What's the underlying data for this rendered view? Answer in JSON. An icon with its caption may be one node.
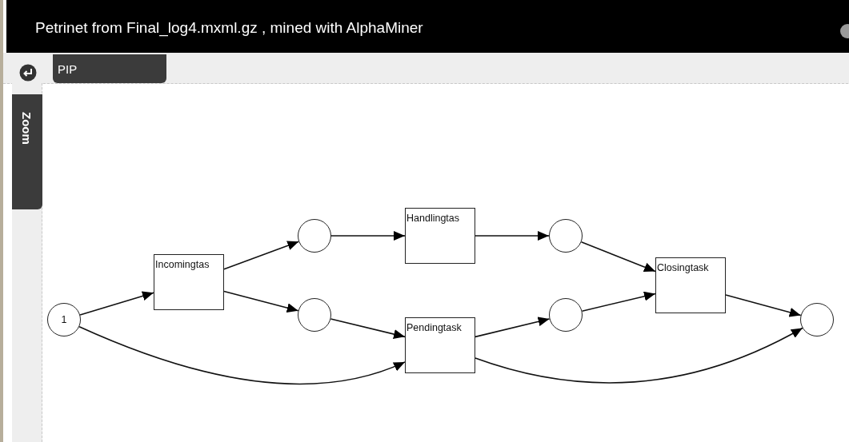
{
  "diagram": {
    "title": "Petrinet from Final_log4.mxml.gz , mined with AlphaMiner",
    "nodes": [
      {
        "text": [
          "1"
        ]
      },
      {
        "text": [
          "Incomingtas"
        ]
      },
      {
        "text": [],
        "shape": "circle"
      },
      {
        "text": [],
        "shape": "circle"
      },
      {
        "text": [
          "Handlingtas"
        ]
      },
      {
        "text": [
          "Pendingtask"
        ]
      },
      {
        "text": [],
        "shape": "circle"
      },
      {
        "text": [],
        "shape": "circle"
      },
      {
        "text": [
          "Closingtask"
        ]
      },
      {
        "text": [],
        "shape": "circle"
      }
    ],
    "edges": [
      {
        "from": 0,
        "to": 1,
        "arrow": "to"
      },
      {
        "from": 1,
        "to": 2,
        "arrow": "to"
      },
      {
        "from": 1,
        "to": 3,
        "arrow": "to"
      },
      {
        "from": 0,
        "to": 5,
        "arrow": "to"
      },
      {
        "from": 2,
        "to": 4,
        "arrow": "to"
      },
      {
        "from": 3,
        "to": 5,
        "arrow": "to"
      },
      {
        "from": 4,
        "to": 6,
        "arrow": "to"
      },
      {
        "from": 5,
        "to": 7,
        "arrow": "to"
      },
      {
        "from": 6,
        "to": 8,
        "arrow": "to"
      },
      {
        "from": 7,
        "to": 8,
        "arrow": "to"
      },
      {
        "from": 8,
        "to": 9,
        "arrow": "to"
      },
      {
        "from": 5,
        "to": 9,
        "arrow": "to"
      }
    ],
    "labels": [
      "PIP",
      "Zoom"
    ]
  }
}
